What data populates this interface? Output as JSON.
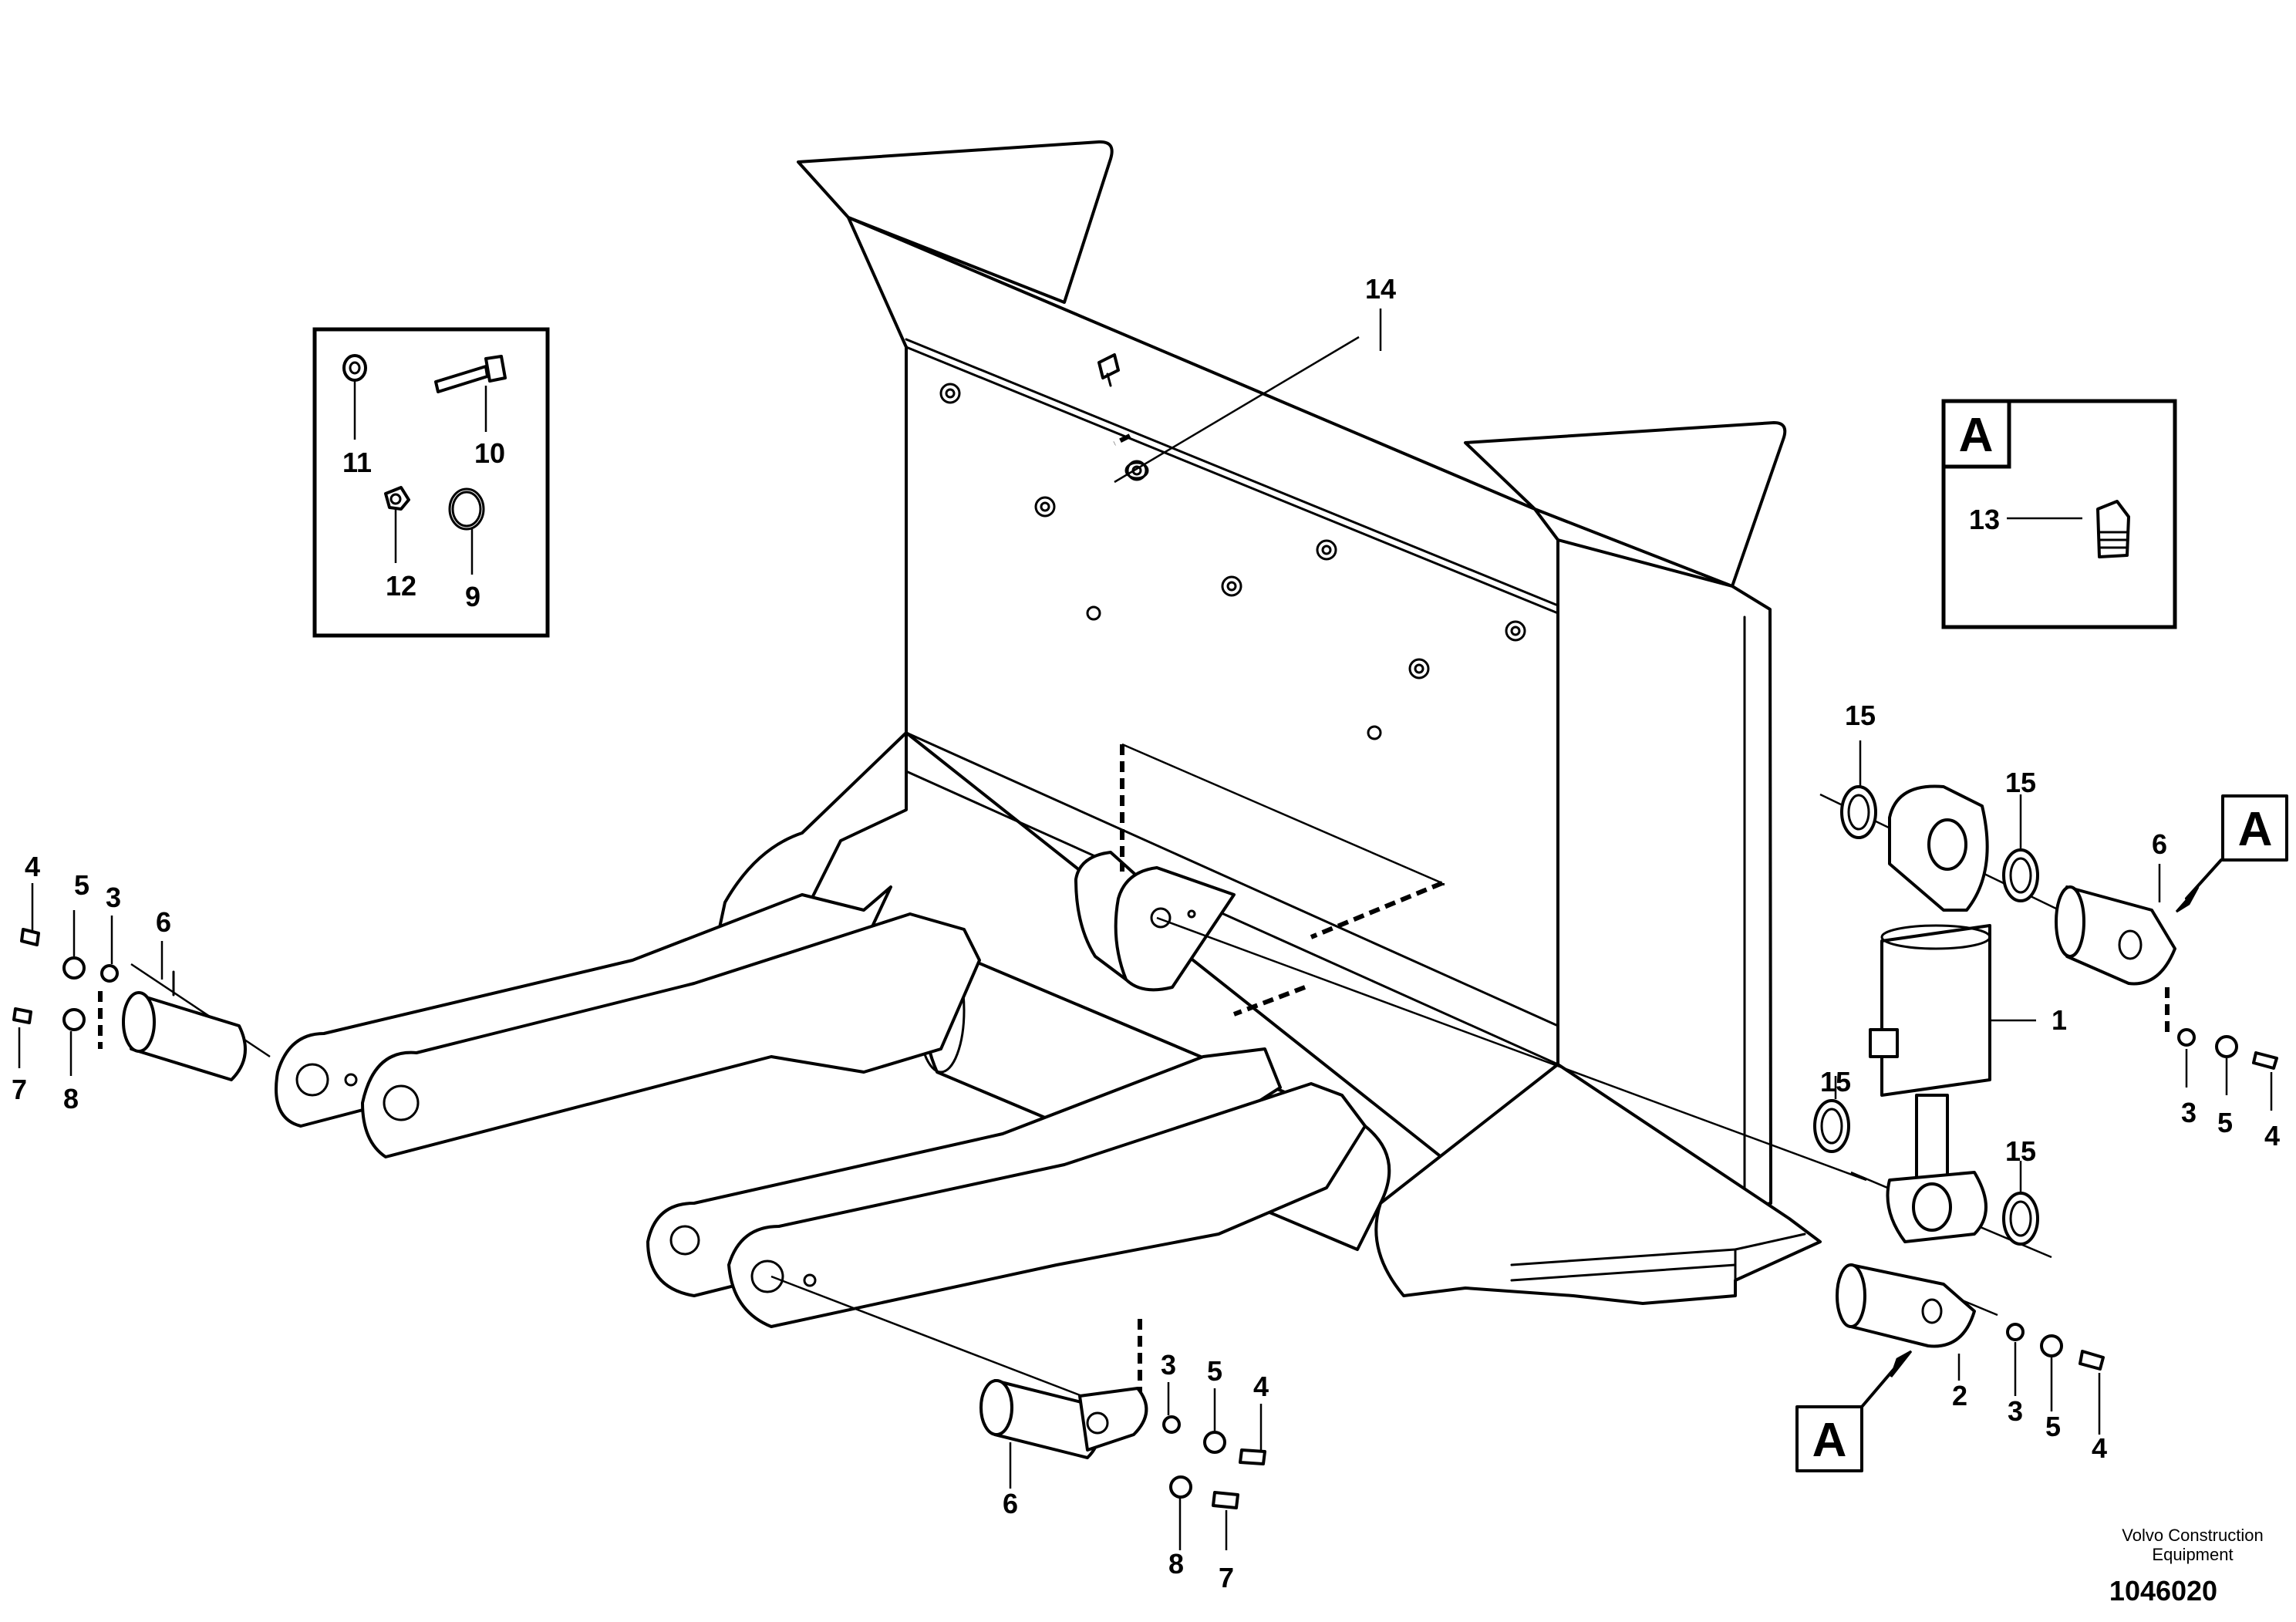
{
  "callouts": {
    "c1": "1",
    "c2": "2",
    "c3": "3",
    "c4": "4",
    "c5": "5",
    "c6": "6",
    "c7": "7",
    "c8": "8",
    "c9": "9",
    "c10": "10",
    "c11": "11",
    "c12": "12",
    "c13": "13",
    "c14": "14",
    "c15": "15"
  },
  "detail_label": "A",
  "footer": {
    "company_line1": "Volvo Construction",
    "company_line2": "Equipment",
    "drawing_number": "1046020"
  }
}
